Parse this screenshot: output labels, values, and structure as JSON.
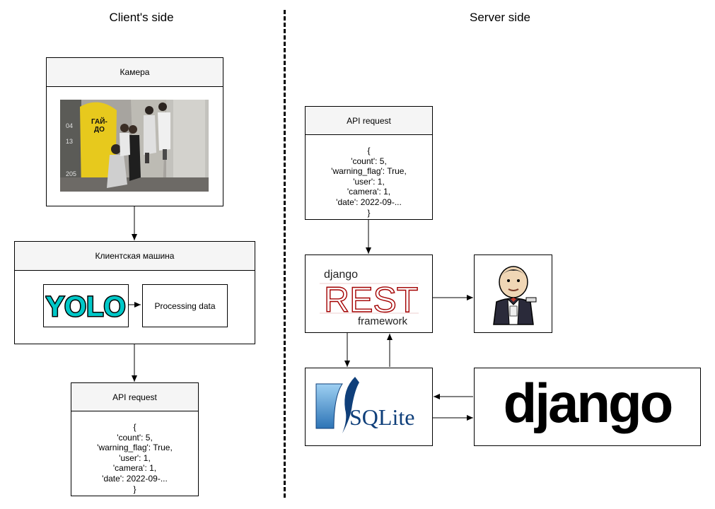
{
  "headings": {
    "client": "Client's side",
    "server": "Server side"
  },
  "camera": {
    "title": "Камера",
    "photo_sign_lines": [
      "ГАЙ-",
      "ДО"
    ]
  },
  "client_machine": {
    "title": "Клиентская машина",
    "yolo_logo_text": "YOLO",
    "processing_label": "Processing data"
  },
  "api_request": {
    "title": "API request",
    "lines": [
      "{",
      "'count': 5,",
      "'warning_flag': True,",
      "'user': 1,",
      "'camera': 1,",
      "'date': 2022-09-...",
      "}"
    ]
  },
  "server": {
    "drf_logo": {
      "line1": "django",
      "line2": "REST",
      "line3": "framework"
    },
    "sqlite_logo_text": "SQLite",
    "django_logo_text": "django",
    "jenkins_icon": "jenkins-butler-icon"
  },
  "colors": {
    "title_bg": "#f5f5f5",
    "yolo_cyan": "#00c8c8",
    "drf_red": "#a30000",
    "sqlite_blue": "#0f3f7a",
    "django_black": "#000000"
  }
}
